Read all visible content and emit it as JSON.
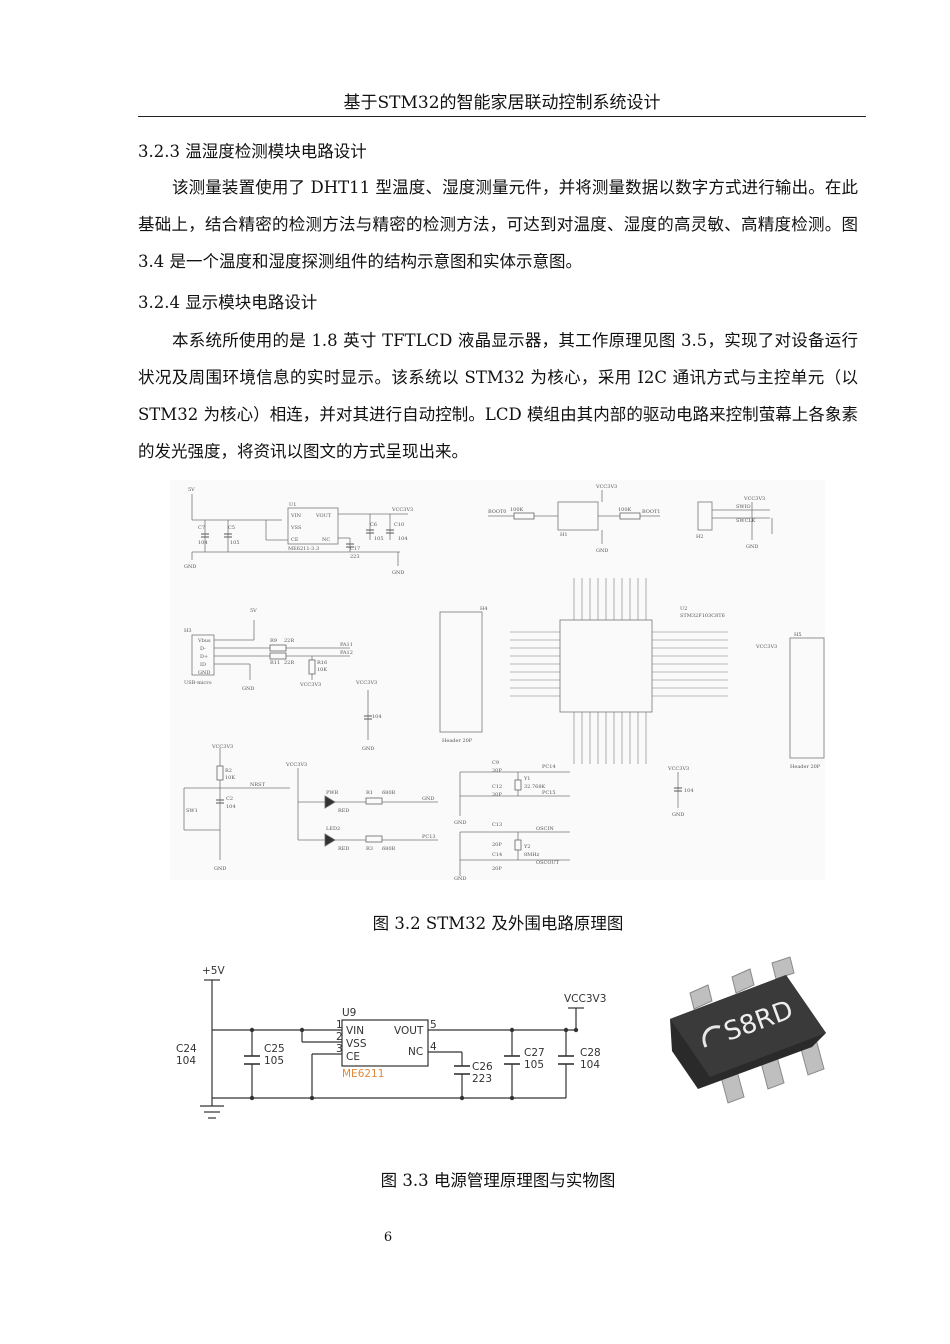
{
  "header": {
    "title": "基于STM32的智能家居联动控制系统设计"
  },
  "sections": [
    {
      "heading": "3.2.3 温湿度检测模块电路设计",
      "paragraph": "该测量装置使用了 DHT11 型温度、湿度测量元件，并将测量数据以数字方式进行输出。在此基础上，结合精密的检测方法与精密的检测方法，可达到对温度、湿度的高灵敏、高精度检测。图 3.4 是一个温度和湿度探测组件的结构示意图和实体示意图。"
    },
    {
      "heading": "3.2.4 显示模块电路设计",
      "paragraph": "本系统所使用的是 1.8 英寸  TFTLCD 液晶显示器，其工作原理见图 3.5，实现了对设备运行状况及周围环境信息的实时显示。该系统以 STM32 为核心，采用 I2C 通讯方式与主控单元（以 STM32 为核心）相连，并对其进行自动控制。LCD 模组由其内部的驱动电路来控制萤幕上各象素的发光强度，将资讯以图文的方式呈现出来。"
    }
  ],
  "figures": [
    {
      "caption": "图 3.2  STM32 及外围电路原理图",
      "labels": {
        "u1": "U1",
        "vin": "VIN",
        "vss": "VSS",
        "ce": "CE",
        "vout": "VOUT",
        "nc": "NC",
        "me": "ME6211-3.3",
        "c7": "C7",
        "c5": "C5",
        "c6": "C6",
        "c10": "C10",
        "c17": "C17",
        "v104": "104",
        "v105": "105",
        "v223": "223",
        "v5": "5V",
        "vcc": "VCC3V3",
        "gnd": "GND",
        "boot0": "BOOT0",
        "boot1": "BOOT1",
        "r100k": "100K",
        "h1": "H1",
        "h2": "H2",
        "h3": "H3",
        "h4": "H4",
        "h5": "H5",
        "vbus": "Vbus",
        "dminus": "D-",
        "dplus": "D+",
        "id": "ID",
        "usb": "USB-micro",
        "r9": "R9",
        "r11": "R11",
        "r22": "22R",
        "r16": "R16",
        "r10k": "10K",
        "pa11": "PA11",
        "pa12": "PA12",
        "u2": "U2",
        "mcu": "STM32F103C8T6",
        "header20": "Header 20P",
        "swio": "SWIO",
        "swclk": "SWCLK",
        "r2": "R2",
        "c2": "C2",
        "sw1": "SW1",
        "nrst": "NRST",
        "pwr": "PWR",
        "red": "RED",
        "led2": "LED2",
        "r1": "R1",
        "r3": "R3",
        "r680": "680R",
        "pc13": "PC13",
        "c9": "C9",
        "c12": "C12",
        "c13": "C13",
        "c14": "C14",
        "v20p": "20P",
        "y1": "Y1",
        "y1v": "32.768K",
        "pc14": "PC14",
        "pc15": "PC15",
        "y2": "Y2",
        "y2v": "8MHz",
        "oscin": "OSCIN",
        "oscout": "OSCOUT"
      }
    },
    {
      "caption": "图 3.3 电源管理原理图与实物图",
      "labels": {
        "v5": "+5V",
        "vcc": "VCC3V3",
        "u9": "U9",
        "vin": "VIN",
        "vss": "VSS",
        "ce": "CE",
        "vout": "VOUT",
        "nc": "NC",
        "me": "ME6211",
        "p1": "1",
        "p2": "2",
        "p3": "3",
        "p4": "4",
        "p5": "5",
        "c24": "C24",
        "c24v": "104",
        "c25": "C25",
        "c25v": "105",
        "c26": "C26",
        "c26v": "223",
        "c27": "C27",
        "c27v": "105",
        "c28": "C28",
        "c28v": "104",
        "chip": "S8RD"
      }
    }
  ],
  "footer": {
    "page_number": "6"
  }
}
